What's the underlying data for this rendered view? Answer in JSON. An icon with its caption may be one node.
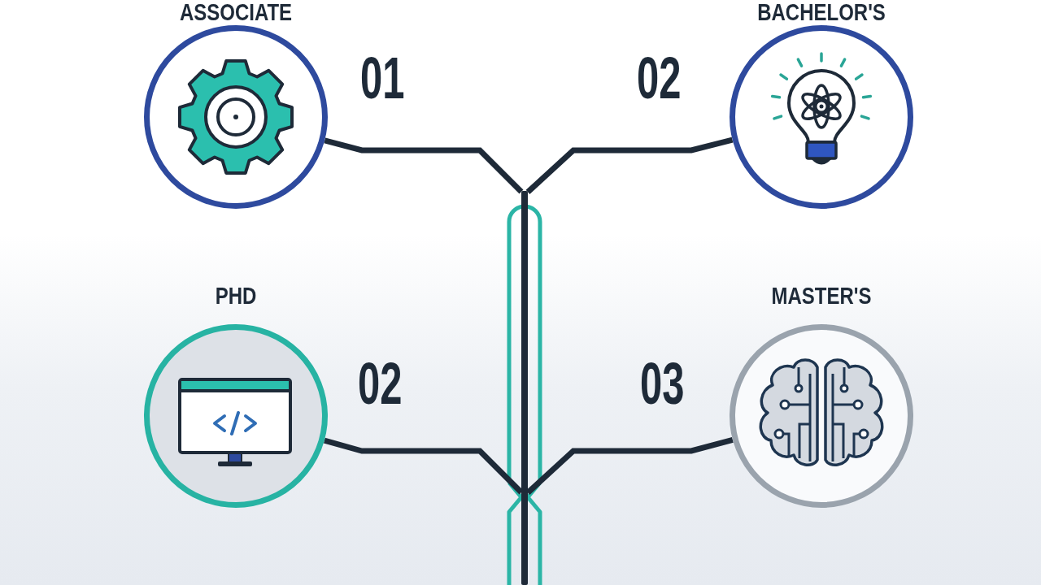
{
  "diagram": {
    "nodes": [
      {
        "text": [
          "ASSOCIATE"
        ],
        "beside": [
          "01"
        ]
      },
      {
        "text": [
          "BACHELOR'S"
        ],
        "beside": [
          "02"
        ]
      },
      {
        "text": [
          "PHD"
        ],
        "beside": [
          "02"
        ]
      },
      {
        "text": [
          "MASTER'S"
        ],
        "beside": [
          "03"
        ]
      },
      {
        "text": [],
        "shape": "bar"
      }
    ],
    "edges": [
      {
        "from": 0,
        "to": 4,
        "arrow": "none"
      },
      {
        "from": 1,
        "to": 4,
        "arrow": "none"
      },
      {
        "from": 2,
        "to": 4,
        "arrow": "none"
      },
      {
        "from": 3,
        "to": 4,
        "arrow": "none"
      }
    ]
  }
}
